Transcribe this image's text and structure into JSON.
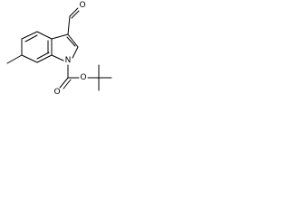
{
  "structure": {
    "atoms": {
      "aldehyde_oxygen": "O",
      "ring_nitrogen": "N",
      "carbonyl_oxygen": "O",
      "ester_oxygen": "O"
    },
    "colors": {
      "bond": "#000000",
      "label": "#000000",
      "background": "#ffffff"
    }
  }
}
